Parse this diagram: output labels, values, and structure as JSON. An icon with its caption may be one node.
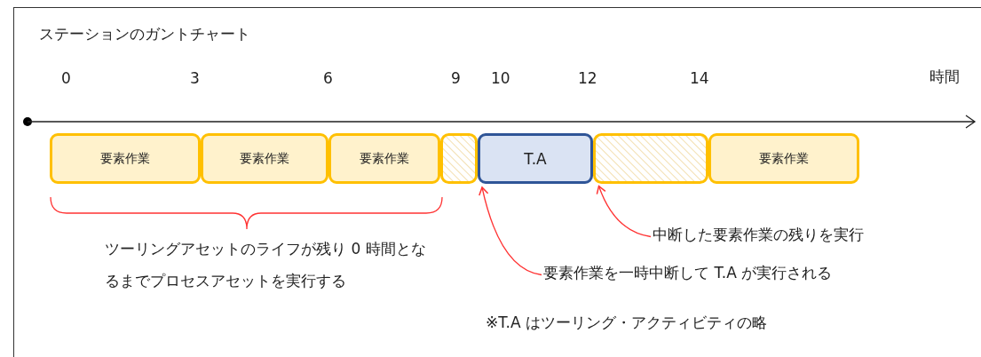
{
  "diagram": {
    "title": "ステーションのガントチャート",
    "nodes": [
      {
        "text": [
          "要素作業"
        ]
      },
      {
        "text": [
          "要素作業"
        ]
      },
      {
        "text": [
          "要素作業"
        ]
      },
      {
        "text": [],
        "shape": "box"
      },
      {
        "text": [
          "T.A"
        ]
      },
      {
        "text": [],
        "shape": "box"
      },
      {
        "text": [
          "要素作業"
        ]
      },
      {
        "text": [
          "要素作業を一時中断して T.A が実行される"
        ]
      },
      {
        "text": [
          "中断した要素作業の残りを実行"
        ]
      }
    ],
    "edges": [
      {
        "from": 7,
        "to": 4,
        "arrow": "to",
        "color": "#ff3333"
      },
      {
        "from": 8,
        "to": 5,
        "arrow": "to",
        "color": "#ff3333"
      }
    ],
    "labels": [
      "0",
      "3",
      "6",
      "9",
      "10",
      "12",
      "14",
      "時間",
      "ツーリングアセットのライフが残り 0 時間となるまでプロセスアセットを実行する",
      "※T.A はツーリング・アクティビティの略"
    ]
  }
}
